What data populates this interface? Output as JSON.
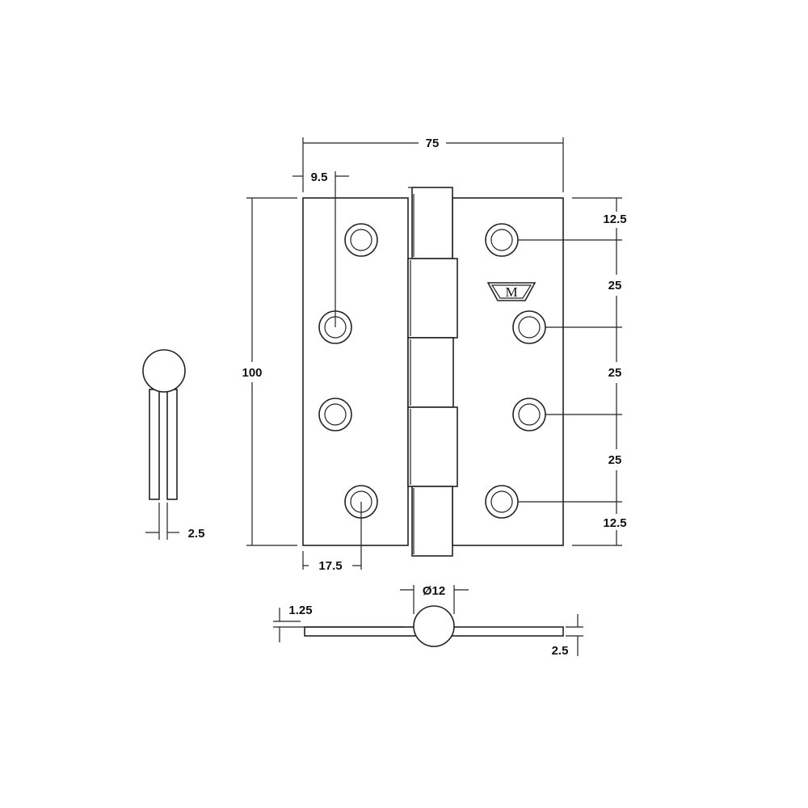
{
  "dimensions": {
    "overall_width": "75",
    "overall_height": "100",
    "edge_to_hole_top": "9.5",
    "edge_to_hole_bottom": "17.5",
    "hole_pitch_top_end": "12.5",
    "hole_pitch_1": "25",
    "hole_pitch_2": "25",
    "hole_pitch_3": "25",
    "hole_pitch_bottom_end": "12.5",
    "leaf_gap": "2.5",
    "knuckle_diameter": "Ø12",
    "leaf_thickness": "1.25",
    "closed_thickness": "2.5"
  },
  "logo": {
    "letter": "M"
  },
  "colors": {
    "line": "#222222",
    "background": "#ffffff"
  }
}
